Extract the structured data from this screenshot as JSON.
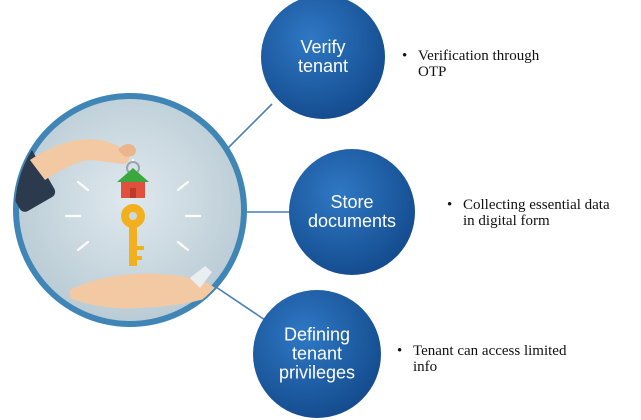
{
  "nodes": [
    {
      "label_lines": [
        "Verify",
        "tenant"
      ]
    },
    {
      "label_lines": [
        "Store",
        "documents"
      ]
    },
    {
      "label_lines": [
        "Defining",
        "tenant",
        "privileges"
      ]
    }
  ],
  "bullets": [
    {
      "marker": "•",
      "lines": [
        "Verification through",
        "OTP"
      ]
    },
    {
      "marker": "•",
      "lines": [
        "Collecting essential data",
        "in digital form"
      ]
    },
    {
      "marker": "•",
      "lines": [
        "Tenant can access limited",
        "info"
      ]
    }
  ],
  "colors": {
    "node_fill": "#1d5ca6",
    "node_fill_dark": "#0f3f7d",
    "connector": "#4a7fb5",
    "hub_ring": "#3f86b7",
    "hub_bg": "#cbd9e0",
    "key": "#f2b01e",
    "house_roof": "#3aa83f",
    "house_wall": "#e0503c"
  },
  "icons": [
    "key-in-hand-illustration",
    "house-keychain-icon",
    "key-icon",
    "giving-hand-icon",
    "receiving-hand-icon"
  ]
}
